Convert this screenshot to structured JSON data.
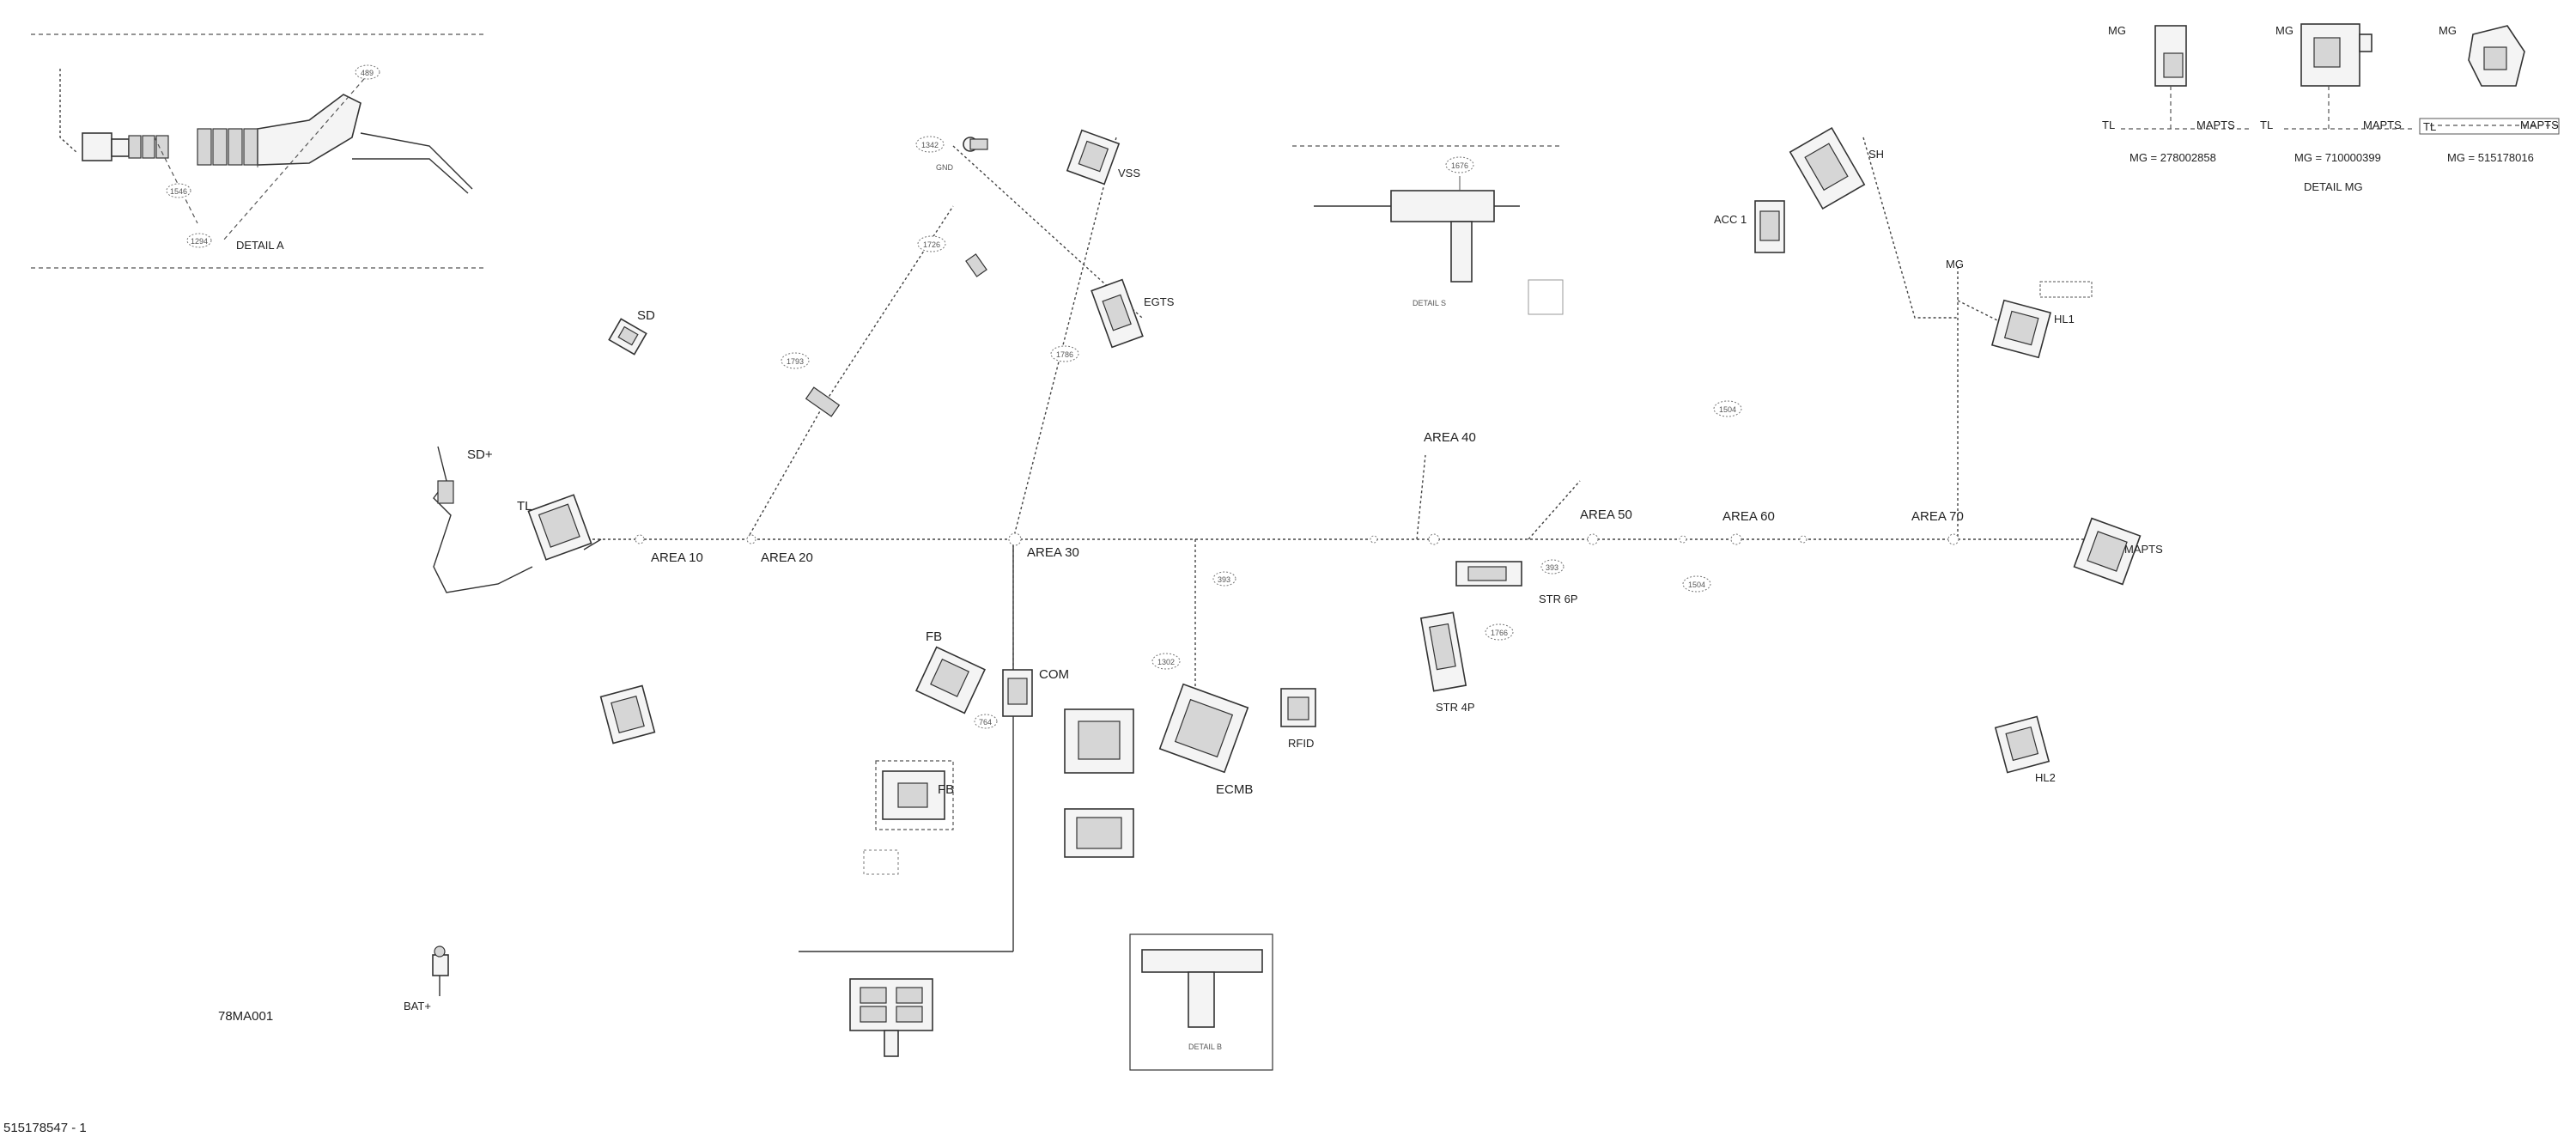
{
  "drawing_code": "78MA001",
  "part_reference": "515178547 - 1",
  "detail_a": {
    "title": "DETAIL A",
    "refs": [
      "489",
      "1546",
      "1294"
    ]
  },
  "detail_mg": {
    "title": "DETAIL MG",
    "variants": [
      {
        "mg_label": "MG",
        "left": "TL",
        "right": "MAPTS",
        "caption": "MG = 278002858"
      },
      {
        "mg_label": "MG",
        "left": "TL",
        "right": "MAPTS",
        "caption": "MG = 710000399"
      },
      {
        "mg_label": "MG",
        "left": "TL",
        "right": "MAPTS",
        "caption": "MG = 515178016"
      }
    ]
  },
  "detail_splice": {
    "title": "DETAIL S",
    "ref": "1676"
  },
  "detail_box": {
    "title": "DETAIL B"
  },
  "areas": [
    {
      "id": "area10",
      "label": "AREA 10"
    },
    {
      "id": "area20",
      "label": "AREA 20"
    },
    {
      "id": "area30",
      "label": "AREA 30"
    },
    {
      "id": "area40",
      "label": "AREA 40"
    },
    {
      "id": "area50",
      "label": "AREA 50"
    },
    {
      "id": "area60",
      "label": "AREA 60"
    },
    {
      "id": "area70",
      "label": "AREA 70"
    }
  ],
  "connectors": {
    "sd": "SD",
    "sd_plus": "SD+",
    "tl": "TL",
    "bat_plus": "BAT+",
    "vss": "VSS",
    "egts": "EGTS",
    "gnd": "GND",
    "fb_top": "FB",
    "fb_bottom": "FB",
    "com": "COM",
    "ecmb": "ECMB",
    "rfid": "RFID",
    "str6p": "STR 6P",
    "str4p": "STR 4P",
    "acc1": "ACC 1",
    "sh": "SH",
    "mg": "MG",
    "hl1": "HL1",
    "hl2": "HL2",
    "mapts": "MAPTS"
  },
  "part_refs": {
    "r1342": "1342",
    "r1726": "1726",
    "r1786": "1786",
    "r1793": "1793",
    "r1302": "1302",
    "r764": "764",
    "r1504a": "1504",
    "r1504b": "1504",
    "r1766": "1766",
    "r393a": "393",
    "r393b": "393"
  }
}
